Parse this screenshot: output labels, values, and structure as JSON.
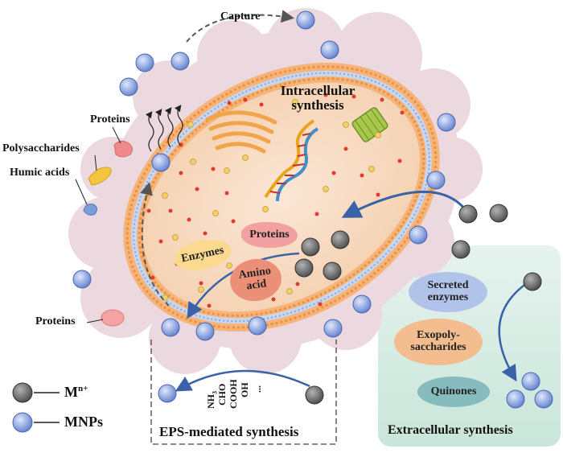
{
  "labels": {
    "capture": "Capture",
    "intracellular": "Intracellular",
    "synthesis": "synthesis",
    "proteins_top": "Proteins",
    "polysaccharides": "Polysaccharides",
    "humic_acids": "Humic acids",
    "proteins_inner": "Proteins",
    "enzymes": "Enzymes",
    "amino": "Amino",
    "acid": "acid",
    "proteins_left": "Proteins",
    "secreted": "Secreted",
    "enzymes2": "enzymes",
    "exopoly": "Exopoly-",
    "saccharides": "saccharides",
    "quinones": "Quinones",
    "extracellular_synthesis": "Extracellular synthesis",
    "eps_synthesis": "EPS-mediated synthesis",
    "legend_metal_prefix": "M",
    "legend_metal_sup": "n+",
    "legend_mnps": "MNPs",
    "dots": "...",
    "oh": "OH",
    "cooh": "COOH",
    "cho": "CHO",
    "nh": "NH",
    "nh_sub": "3"
  },
  "colors": {
    "metal_ion": "#6e6e6e",
    "mnp": "#8fa8e0",
    "cytoplasm": "#f8dcc4",
    "membrane": "#f3a35a",
    "eps_halo": "#e9d4dc",
    "extracellular_panel": "#d7ede4",
    "arrow_blue": "#3a62a8",
    "dashed_arrow": "#555555"
  }
}
